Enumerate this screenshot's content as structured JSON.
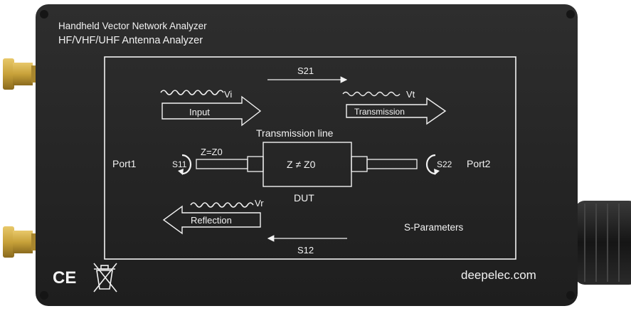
{
  "header": {
    "line1": "Handheld Vector Network Analyzer",
    "line2": "HF/VHF/UHF Antenna Analyzer"
  },
  "diagram": {
    "s21": "S21",
    "s12": "S12",
    "s11": "S11",
    "s22": "S22",
    "vi": "Vi",
    "vt": "Vt",
    "vr": "Vr",
    "input": "Input",
    "transmission": "Transmission",
    "reflection": "Reflection",
    "transmission_line": "Transmission line",
    "z_equals": "Z=Z0",
    "z_not_equal": "Z ≠ Z0",
    "dut": "DUT",
    "port1": "Port1",
    "port2": "Port2",
    "s_parameters": "S-Parameters"
  },
  "footer": {
    "ce_mark": "CE",
    "website": "deepelec.com"
  },
  "icons": [
    "sma-connector-icon",
    "ce-mark-icon",
    "crossed-bin-icon",
    "usb-cable-icon"
  ],
  "colors": {
    "case": "#262626",
    "print": "#f2f2f2",
    "connector_gold": "#c8a23a",
    "background": "#ffffff"
  }
}
